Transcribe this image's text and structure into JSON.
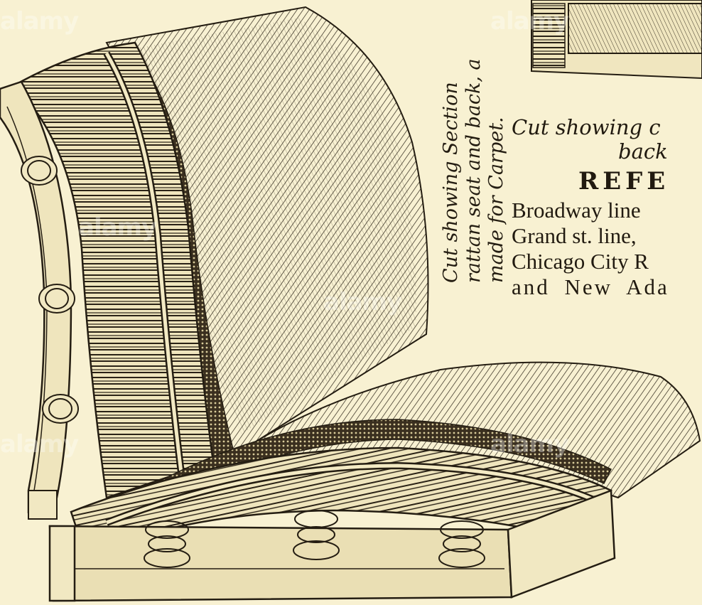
{
  "vertical_caption": {
    "lines": [
      "Cut showing Section",
      "rattan seat and back, a",
      "made for Carpet."
    ]
  },
  "right_column": {
    "caption_line1": "Cut showing c",
    "caption_line2": "back",
    "heading": "REFE",
    "lines": [
      "Broadway line",
      "Grand st. line,",
      "Chicago City R",
      "and New Ada"
    ]
  },
  "watermark": {
    "text": "alamy"
  },
  "colors": {
    "paper": "#f8f1d2",
    "ink": "#241d12"
  },
  "illustration": {
    "subject": "engraving of a cut-away upholstered seat and back with coil springs and rattan slats"
  }
}
